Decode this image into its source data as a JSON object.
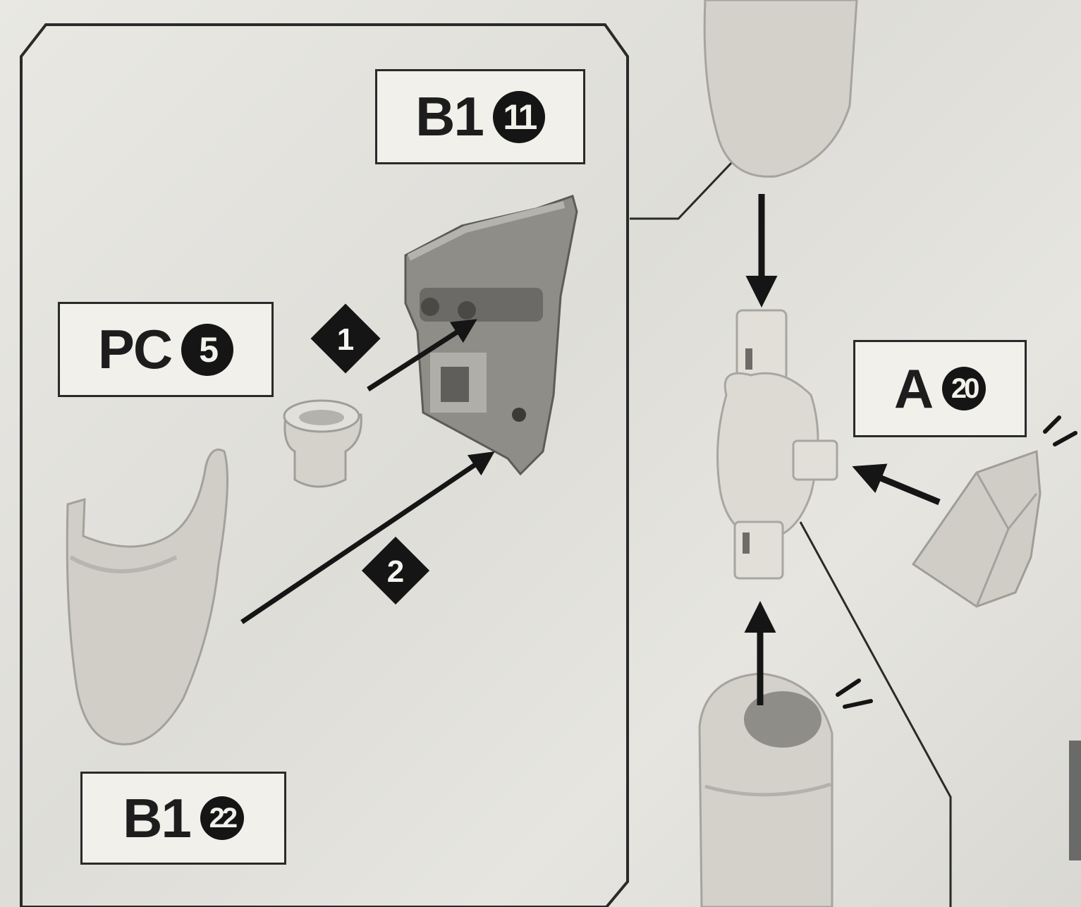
{
  "labels": {
    "b1_11": {
      "code": "B1",
      "number": "11"
    },
    "pc_5": {
      "code": "PC",
      "number": "5"
    },
    "a_20": {
      "code": "A",
      "number": "20"
    },
    "b1_22": {
      "code": "B1",
      "number": "22"
    }
  },
  "steps": {
    "first": "1",
    "second": "2"
  },
  "colors": {
    "ink": "#1d1d1d",
    "part_fill": "#cfcdc6",
    "paper": "#e6e5e0"
  }
}
